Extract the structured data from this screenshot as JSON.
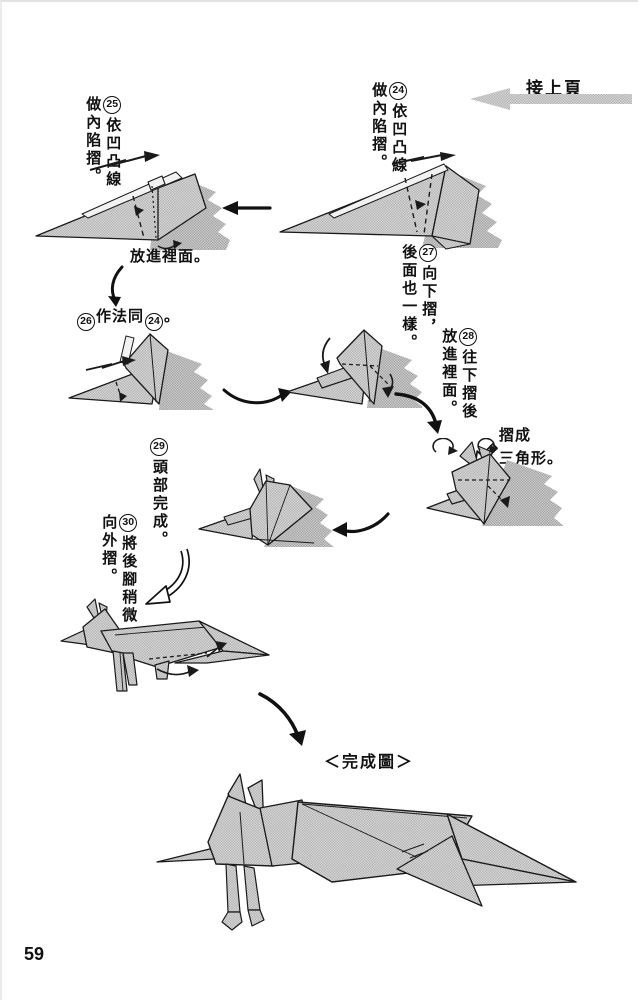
{
  "page": {
    "number": "59",
    "continuation": "接上頁",
    "completed_label": "＜完成圖＞"
  },
  "steps": {
    "s24": {
      "num": "24",
      "col1": "依凹凸線",
      "col2": "做內陷摺。"
    },
    "s25": {
      "num": "25",
      "col1": "依凹凸線",
      "col2": "做內陷摺。"
    },
    "s26": {
      "num": "26",
      "prefix": "作法同",
      "ref": "24",
      "suffix": "。"
    },
    "s27": {
      "num": "27",
      "col1": "向下摺，",
      "col2": "後面也一樣。"
    },
    "s28": {
      "num": "28",
      "col1": "往下摺後",
      "col2": "放進裡面。"
    },
    "s29": {
      "num": "29",
      "col1": "頭部完成。"
    },
    "s30": {
      "num": "30",
      "col1": "將後腳稍微",
      "col2": "向外摺。"
    }
  },
  "notes": {
    "put_inside": "放進裡面。",
    "fold_line1": "摺成",
    "fold_line2": "三角形。"
  },
  "colors": {
    "paper_halftone": "#c9c9c9",
    "ink": "#111111",
    "gray_arrow": "#c4c4c4"
  }
}
